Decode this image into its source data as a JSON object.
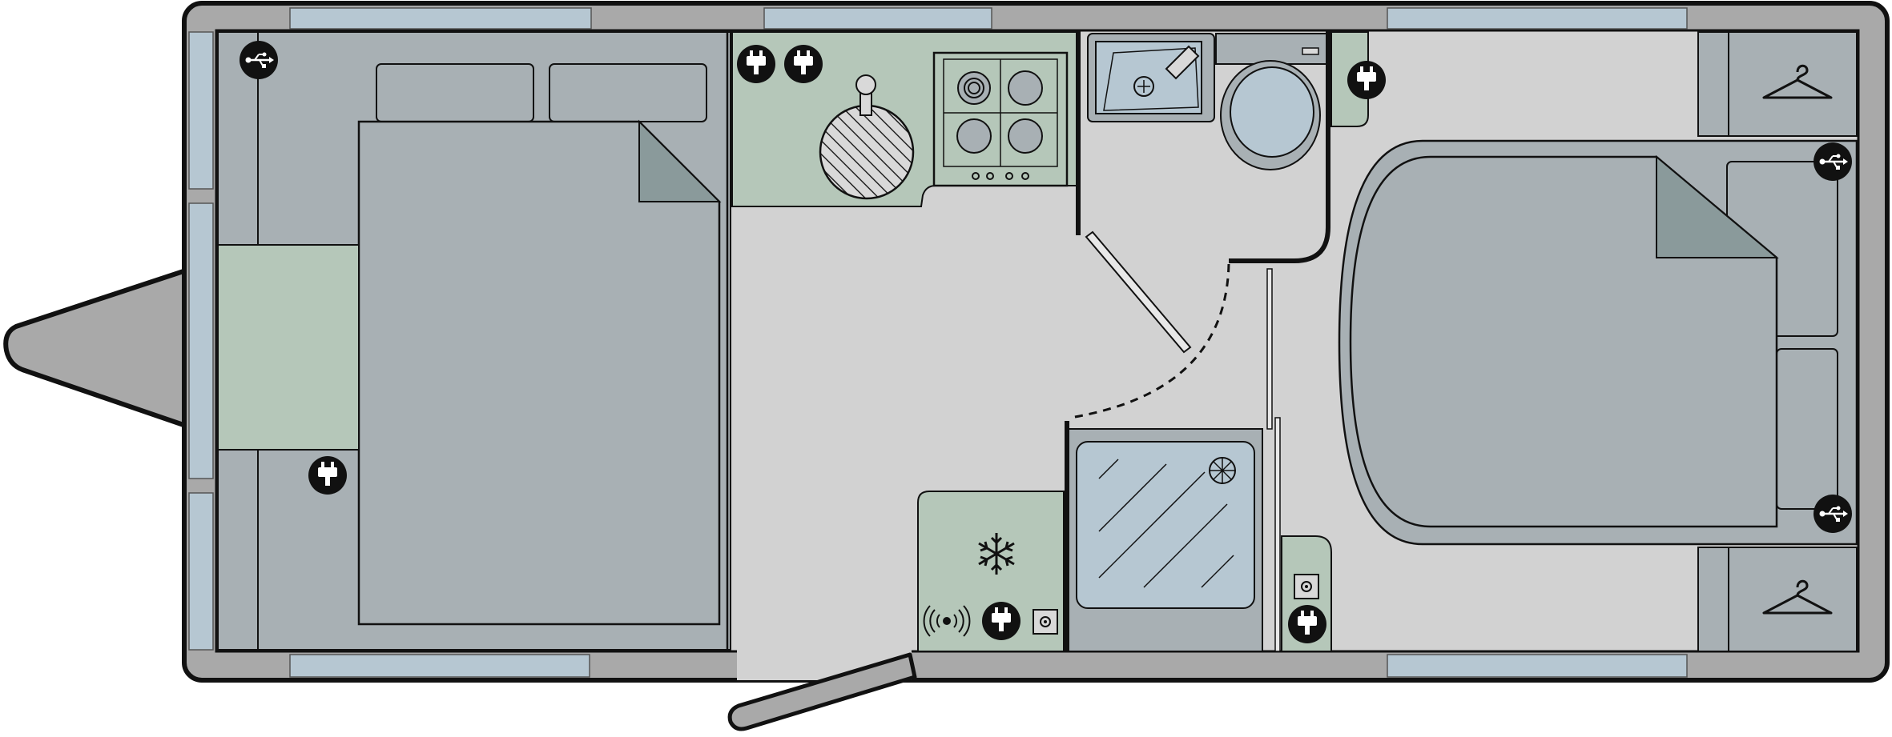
{
  "diagram": {
    "type": "floorplan",
    "subject": "caravan",
    "colors": {
      "shell": "#a9a9a9",
      "floor": "#d2d2d2",
      "furniture": "#a8b0b4",
      "kitchen": "#b5c7b9",
      "window": "#b6c7d2",
      "outline": "#111111",
      "icon_badge": "#111111"
    },
    "areas": [
      {
        "name": "front-bed",
        "kind": "fixed bed"
      },
      {
        "name": "kitchen",
        "kind": "kitchen counter with hob and sink bowl"
      },
      {
        "name": "washroom",
        "kind": "washroom with basin and toilet"
      },
      {
        "name": "shower",
        "kind": "shower cubicle"
      },
      {
        "name": "fridge-unit",
        "kind": "fridge"
      },
      {
        "name": "rear-bed",
        "kind": "island bed"
      },
      {
        "name": "wardrobes",
        "kind": "wardrobe"
      }
    ],
    "icons": [
      "usb-socket-icon",
      "mains-socket-icon",
      "fridge-snowflake-icon",
      "wardrobe-hanger-icon",
      "tv-aerial-icon",
      "tv-point-icon"
    ]
  }
}
